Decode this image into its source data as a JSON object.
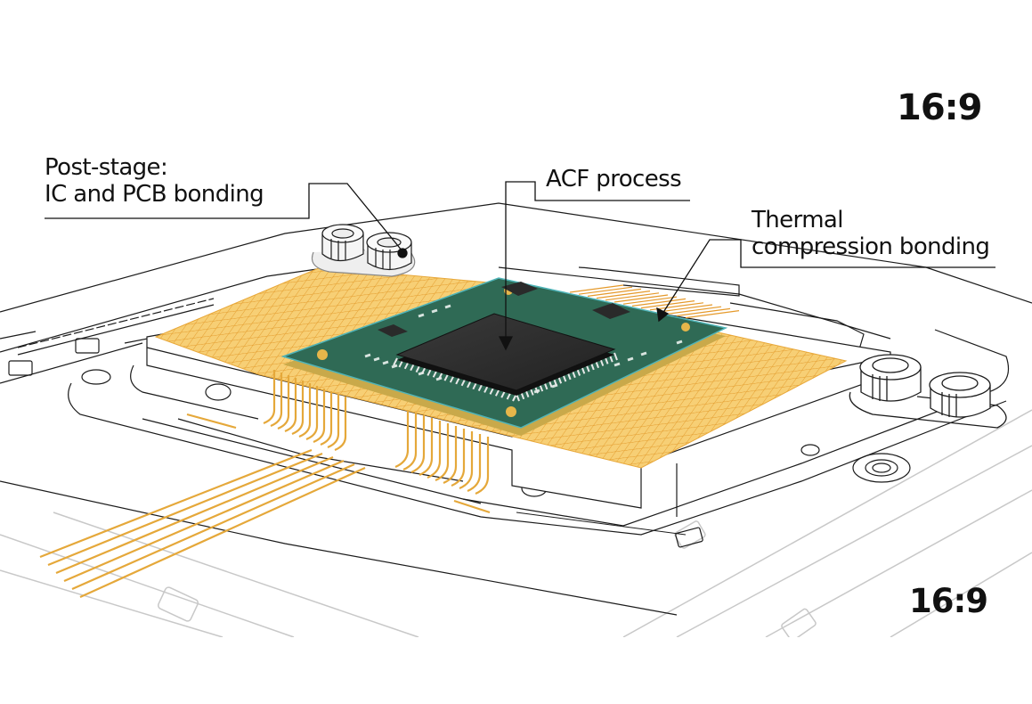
{
  "diagram": {
    "subject": "IC package bonding onto PCB with flexible leads",
    "callouts": [
      {
        "id": "post-stage",
        "lines": [
          "Post-stage:",
          "IC and PCB bonding"
        ],
        "points_to": "connector-knob"
      },
      {
        "id": "acf",
        "lines": [
          "ACF process"
        ],
        "points_to": "ic-chip-center"
      },
      {
        "id": "thermal",
        "lines": [
          "Thermal",
          "compression bonding"
        ],
        "points_to": "lead-traces-edge"
      }
    ],
    "aspect_labels": [
      "16:9",
      "16:9"
    ],
    "components": {
      "chip": "QFP IC package",
      "board": "green PCB module",
      "pad_grid": "gold bonding pad grid",
      "leads": "gold flex leads",
      "connectors": "cylindrical knob connectors",
      "fixture": "outlined base fixture"
    },
    "colors": {
      "pcb_green": "#2f6a55",
      "pcb_edge": "#c9a94a",
      "pcb_rim": "#4fb4b8",
      "chip_black": "#2b2b2b",
      "gold_pad": "#f5c462",
      "gold_line": "#e39a2a",
      "lead_gold": "#e5a83a",
      "outline": "#1c1c1c",
      "faint_outline": "#c8c8c8",
      "text": "#111111"
    }
  }
}
